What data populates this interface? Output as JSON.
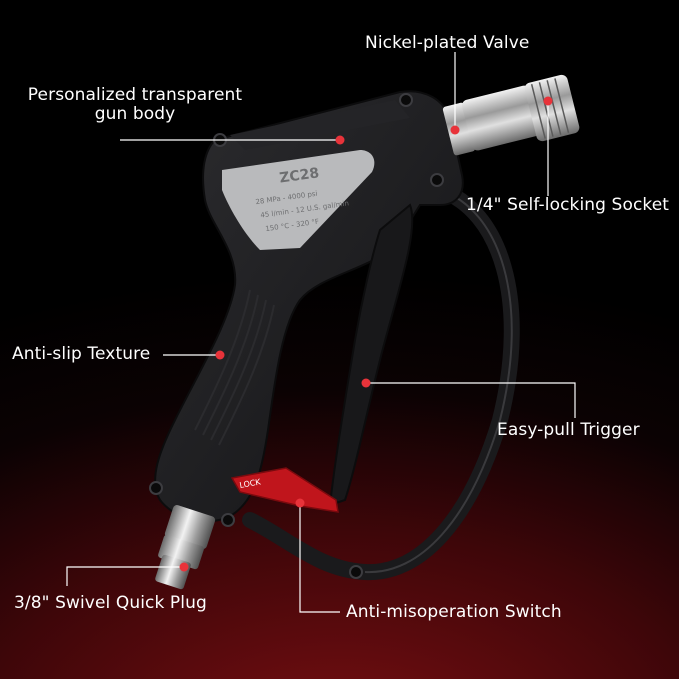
{
  "product": {
    "model": "ZC28",
    "spec_lines": [
      "28 MPa - 4000 psi",
      "45 l/min - 12 U.S. gal/min",
      "150 °C - 320 °F"
    ],
    "lock_text": "LOCK"
  },
  "callouts": {
    "valve": "Nickel-plated Valve",
    "body": "Personalized transparent\ngun body",
    "socket": "1/4\" Self-locking Socket",
    "texture": "Anti-slip Texture",
    "trigger": "Easy-pull Trigger",
    "plug": "3/8\" Swivel Quick Plug",
    "switch": "Anti-misoperation Switch"
  },
  "colors": {
    "background_bottom": "#7a0f12",
    "background_top": "#000000",
    "gun_body": "#1c1c1e",
    "label_plate": "#b9babc",
    "switch": "#c0151c",
    "callout_dot": "#e8333a",
    "callout_line": "#ffffff"
  }
}
